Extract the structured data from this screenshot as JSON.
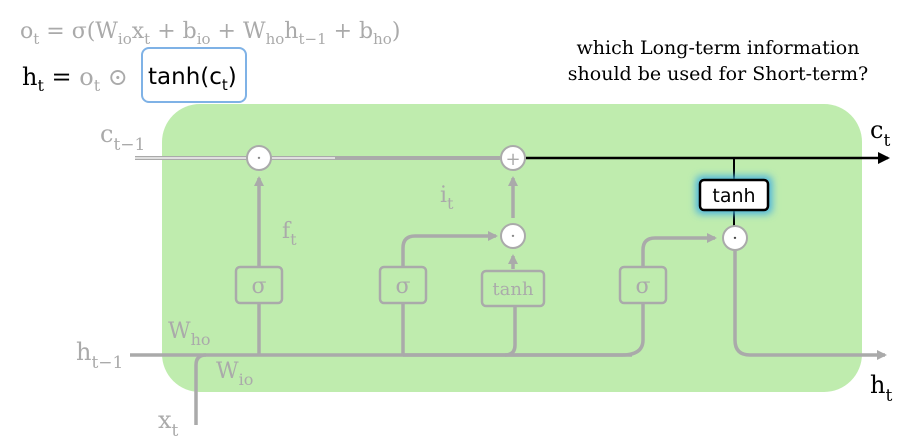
{
  "equations": {
    "ot": {
      "lhs": "o",
      "lhs_sub": "t",
      "eq": " = σ(W",
      "w1_sub": "io",
      "x": "x",
      "x_sub": "t",
      "plus1": " + b",
      "b1_sub": "io",
      "plus2": " + W",
      "w2_sub": "ho",
      "h": "h",
      "h_sub": "t−1",
      "plus3": " + b",
      "b2_sub": "ho",
      "close": ")"
    },
    "ht": {
      "lhs": "h",
      "lhs_sub": "t",
      "eq": " = ",
      "o": "o",
      "o_sub": "t",
      "odot": " ⊙ ",
      "tanh_open": "tanh(c",
      "tanh_sub": "t",
      "tanh_close": ")"
    }
  },
  "question": {
    "line1": "which Long-term information",
    "line2": "should be used for Short-term?"
  },
  "labels": {
    "c_prev": "c",
    "c_prev_sub": "t−1",
    "c_t": "c",
    "c_t_sub": "t",
    "h_prev": "h",
    "h_prev_sub": "t−1",
    "h_t": "h",
    "h_t_sub": "t",
    "x_t": "x",
    "x_t_sub": "t",
    "f_t": "f",
    "f_t_sub": "t",
    "i_t": "i",
    "i_t_sub": "t",
    "w_ho": "W",
    "w_ho_sub": "ho",
    "w_io": "W",
    "w_io_sub": "io"
  },
  "gates": {
    "sigma1": "σ",
    "sigma2": "σ",
    "tanh_candidate": "tanh",
    "sigma3": "σ",
    "tanh_output": "tanh"
  },
  "ops": {
    "mul1": "·",
    "add": "+",
    "mul2": "·",
    "mul3": "·"
  },
  "colors": {
    "cell_fill": "#bfecae",
    "faded": "#aaaaaa",
    "active": "#000000",
    "highlight_box": "#7fb2e6",
    "glow": "#45b0e0"
  }
}
